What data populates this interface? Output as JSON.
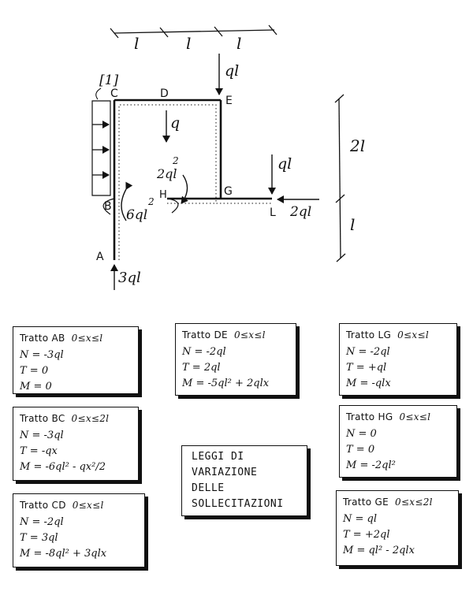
{
  "diagram": {
    "span_top": [
      "l",
      "l",
      "l"
    ],
    "span_right": [
      "2l",
      "l"
    ],
    "bracket": "[1]",
    "nodes": {
      "A": "A",
      "B": "B",
      "C": "C",
      "D": "D",
      "E": "E",
      "G": "G",
      "H": "H",
      "L": "L"
    },
    "loads": {
      "top_force": "ql",
      "distributed": "q",
      "right_force": "ql",
      "moment_H": "2ql",
      "moment_H_exp": "2",
      "moment_B": "6ql",
      "moment_B_exp": "2",
      "horizontal_L": "2ql",
      "reaction_A": "3ql"
    }
  },
  "boxes": {
    "ab": {
      "name": "Tratto AB",
      "range": "0≤x≤l",
      "N": "N = -3ql",
      "T": "T = 0",
      "M": "M = 0"
    },
    "bc": {
      "name": "Tratto BC",
      "range": "0≤x≤2l",
      "N": "N = -3ql",
      "T": "T = -qx",
      "M": "M = -6ql² - qx²/2"
    },
    "cd": {
      "name": "Tratto CD",
      "range": "0≤x≤l",
      "N": "N = -2ql",
      "T": "T = 3ql",
      "M": "M = -8ql² + 3qlx"
    },
    "de": {
      "name": "Tratto DE",
      "range": "0≤x≤l",
      "N": "N = -2ql",
      "T": "T = 2ql",
      "M": "M = -5ql² + 2qlx"
    },
    "lg": {
      "name": "Tratto LG",
      "range": "0≤x≤l",
      "N": "N = -2ql",
      "T": "T = +ql",
      "M": "M = -qlx"
    },
    "hg": {
      "name": "Tratto HG",
      "range": "0≤x≤l",
      "N": "N = 0",
      "T": "T = 0",
      "M": "M = -2ql²"
    },
    "ge": {
      "name": "Tratto GE",
      "range": "0≤x≤2l",
      "N": "N = ql",
      "T": "T = +2ql",
      "M": "M = ql² - 2qlx"
    }
  },
  "note": {
    "line1": "LEGGI DI",
    "line2": "VARIAZIONE",
    "line3": "DELLE",
    "line4": "SOLLECITAZIONI"
  }
}
